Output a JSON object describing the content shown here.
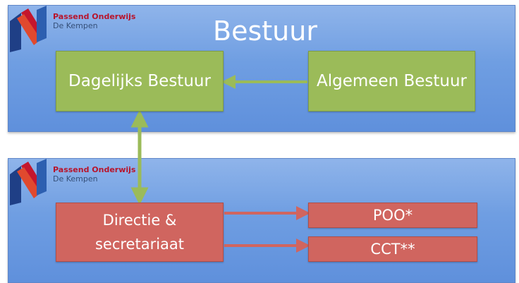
{
  "brand": {
    "name": "Passend Onderwijs",
    "subname": "De Kempen"
  },
  "top_panel": {
    "title": "Bestuur",
    "nodes": {
      "dagelijks": "Dagelijks Bestuur",
      "algemeen": "Algemeen Bestuur"
    }
  },
  "bottom_panel": {
    "nodes": {
      "directie": "Directie & secretariaat",
      "poo": "POO*",
      "cct": "CCT**"
    }
  },
  "colors": {
    "panel_blue": "#6f9ee2",
    "node_green": "#9bbb59",
    "node_red": "#d0655f",
    "logo_red": "#b8142b",
    "logo_navy": "#35507a"
  }
}
